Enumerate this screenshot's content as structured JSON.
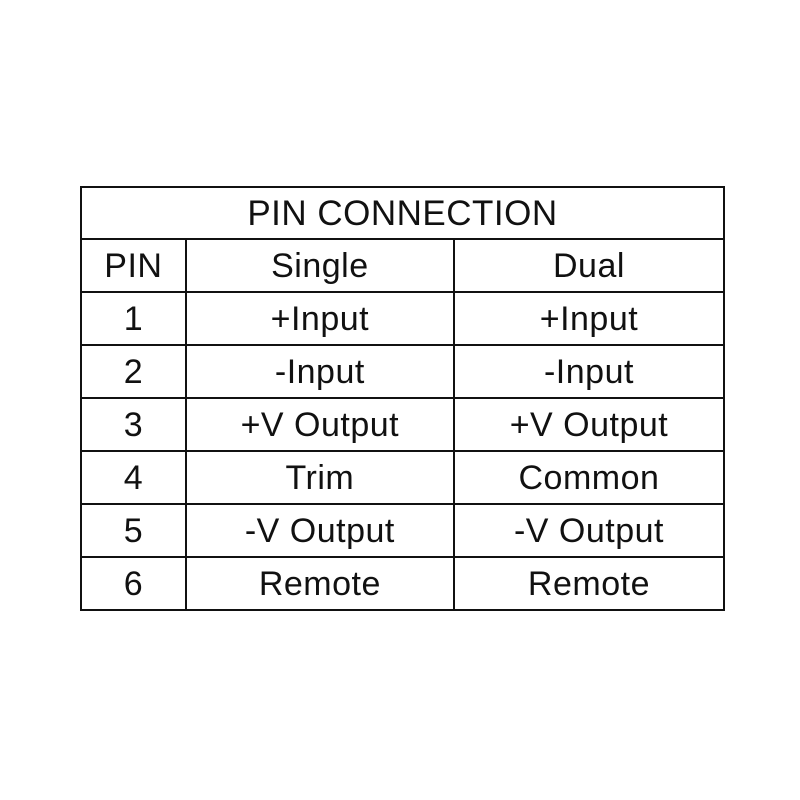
{
  "table": {
    "title": "PIN CONNECTION",
    "columns": [
      "PIN",
      "Single",
      "Dual"
    ],
    "rows": [
      {
        "pin": "1",
        "single": "+Input",
        "dual": "+Input"
      },
      {
        "pin": "2",
        "single": "-Input",
        "dual": "-Input"
      },
      {
        "pin": "3",
        "single": "+V Output",
        "dual": "+V Output"
      },
      {
        "pin": "4",
        "single": "Trim",
        "dual": "Common"
      },
      {
        "pin": "5",
        "single": "-V Output",
        "dual": "-V Output"
      },
      {
        "pin": "6",
        "single": "Remote",
        "dual": "Remote"
      }
    ]
  },
  "colors": {
    "border": "#111111",
    "text": "#111111",
    "background": "#ffffff"
  }
}
